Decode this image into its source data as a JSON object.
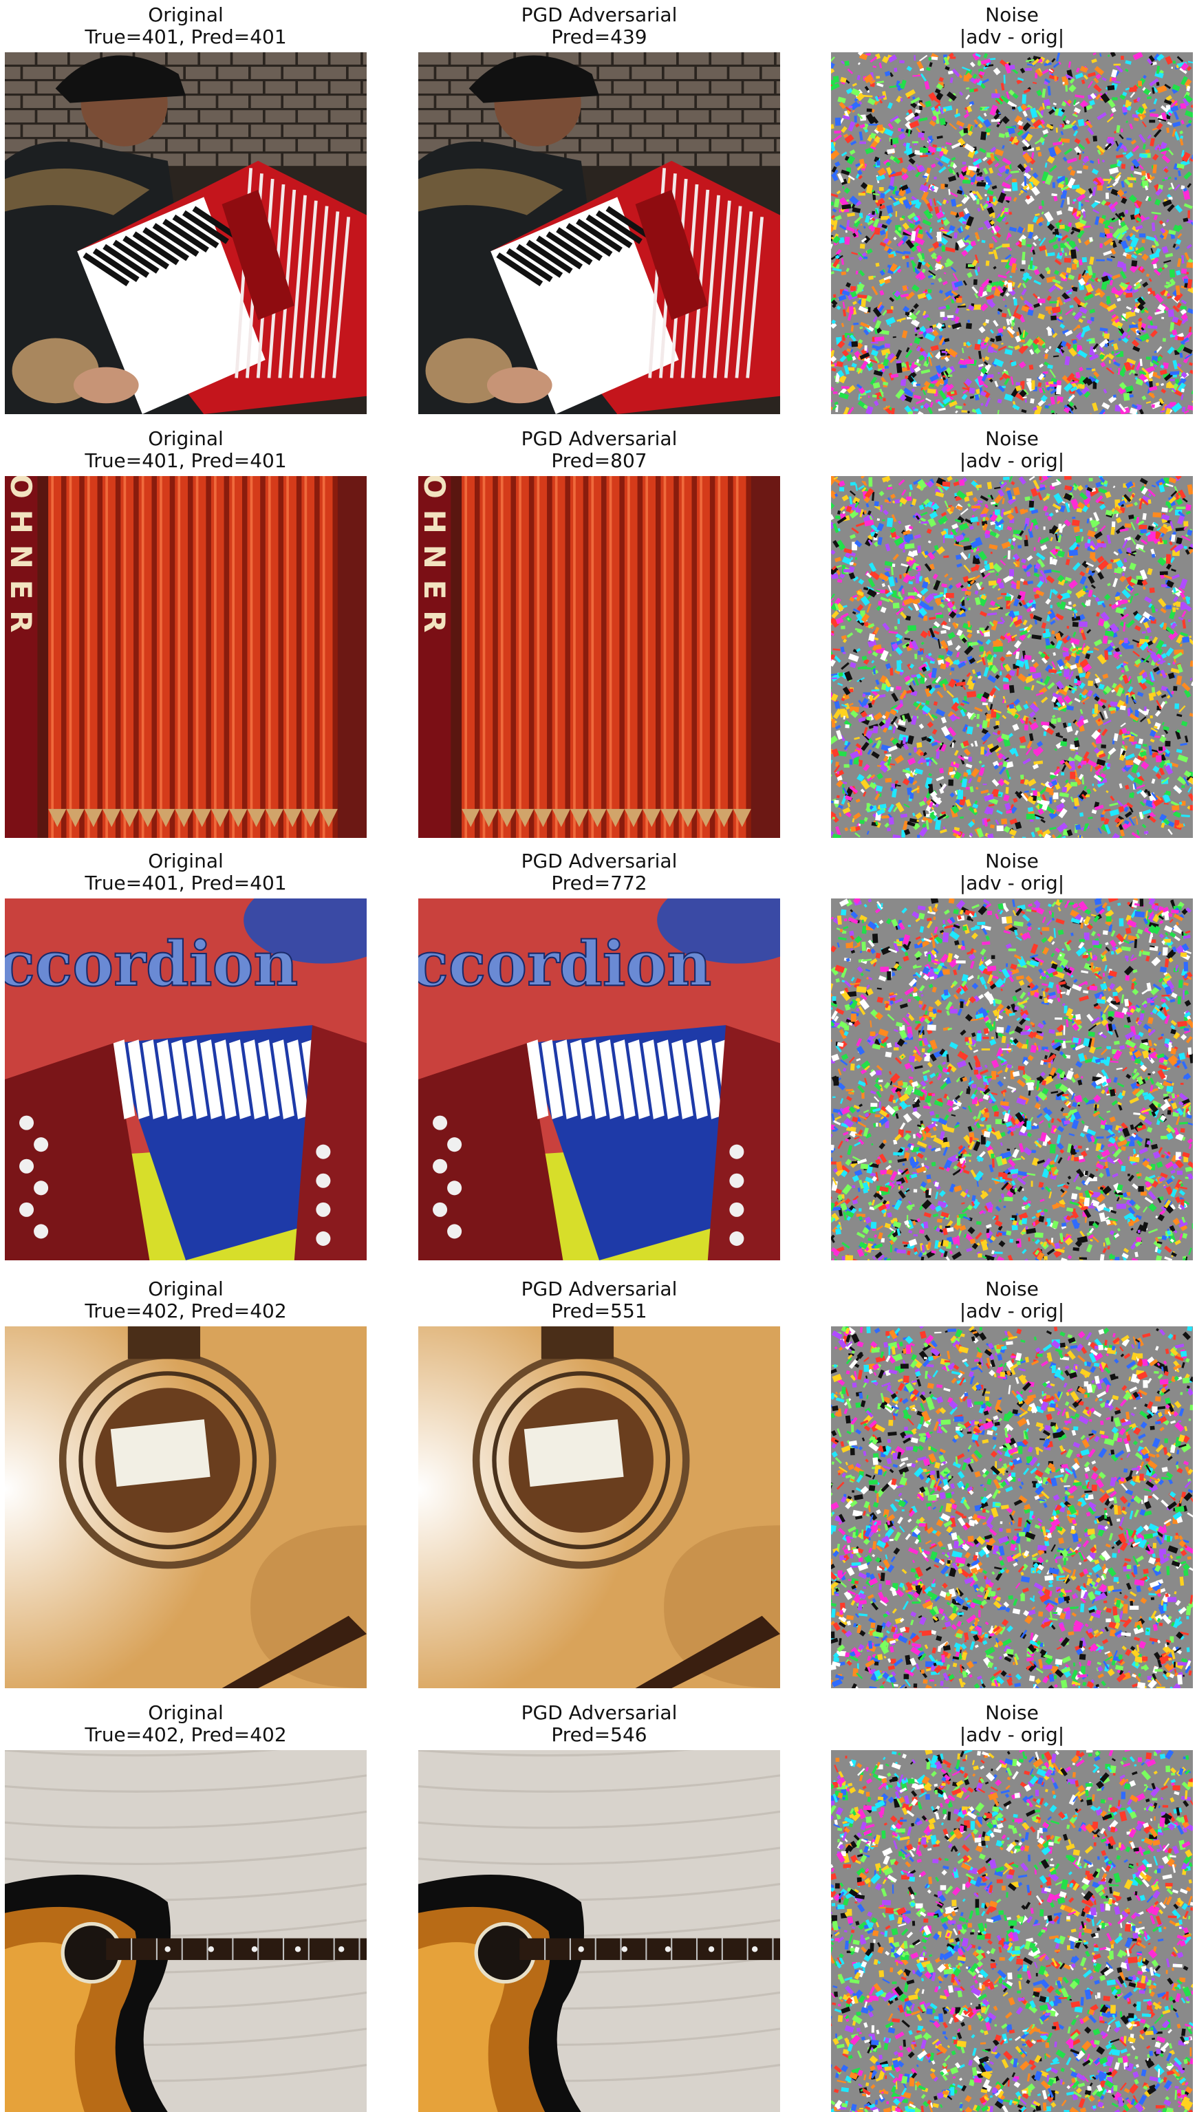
{
  "rows": [
    {
      "original": {
        "title": "Original",
        "subtitle": "True=401, Pred=401",
        "scene": "accordion-player"
      },
      "adversarial": {
        "title": "PGD Adversarial",
        "subtitle": "Pred=439",
        "scene": "accordion-player"
      },
      "noise": {
        "title": "Noise",
        "subtitle": "|adv - orig|"
      }
    },
    {
      "original": {
        "title": "Original",
        "subtitle": "True=401, Pred=401",
        "scene": "accordion-bellows",
        "overlay_text": "HOHNER"
      },
      "adversarial": {
        "title": "PGD Adversarial",
        "subtitle": "Pred=807",
        "scene": "accordion-bellows",
        "overlay_text": "HOHNER"
      },
      "noise": {
        "title": "Noise",
        "subtitle": "|adv - orig|"
      }
    },
    {
      "original": {
        "title": "Original",
        "subtitle": "True=401, Pred=401",
        "scene": "accordion-book",
        "overlay_text": "ccordion"
      },
      "adversarial": {
        "title": "PGD Adversarial",
        "subtitle": "Pred=772",
        "scene": "accordion-book",
        "overlay_text": "ccordion"
      },
      "noise": {
        "title": "Noise",
        "subtitle": "|adv - orig|"
      }
    },
    {
      "original": {
        "title": "Original",
        "subtitle": "True=402, Pred=402",
        "scene": "guitar-soundhole"
      },
      "adversarial": {
        "title": "PGD Adversarial",
        "subtitle": "Pred=551",
        "scene": "guitar-soundhole"
      },
      "noise": {
        "title": "Noise",
        "subtitle": "|adv - orig|"
      }
    },
    {
      "original": {
        "title": "Original",
        "subtitle": "True=402, Pred=402",
        "scene": "guitar-sunburst"
      },
      "adversarial": {
        "title": "PGD Adversarial",
        "subtitle": "Pred=546",
        "scene": "guitar-sunburst"
      },
      "noise": {
        "title": "Noise",
        "subtitle": "|adv - orig|"
      }
    }
  ],
  "colors": {
    "background": "#ffffff",
    "text": "#111111",
    "accordion_red": "#c4151c",
    "bellows_orange": "#c8361a",
    "guitar_wood": "#d9a35a"
  }
}
